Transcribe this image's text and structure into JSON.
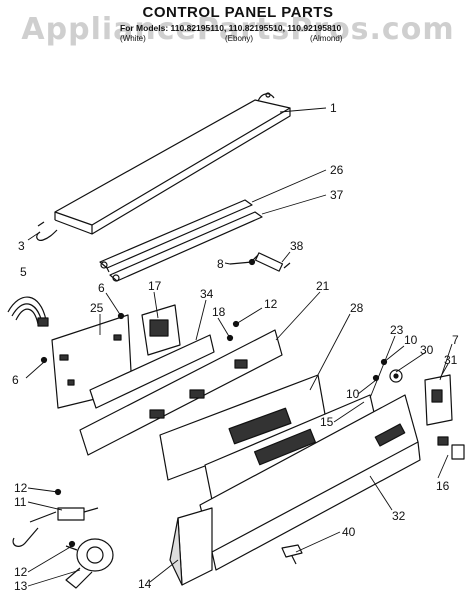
{
  "watermark": "AppliancePartsPros.com",
  "title": "CONTROL PANEL PARTS",
  "models": "For Models: 110.82195110, 110.82195510, 110.92195810",
  "colors": [
    "(White)",
    "(Ebony)",
    "(Almond)"
  ],
  "callouts": [
    "1",
    "26",
    "37",
    "38",
    "8",
    "3",
    "5",
    "6",
    "17",
    "34",
    "21",
    "12",
    "18",
    "25",
    "28",
    "23",
    "10",
    "30",
    "7",
    "31",
    "6",
    "10",
    "15",
    "32",
    "16",
    "12",
    "11",
    "40",
    "12",
    "13",
    "14"
  ]
}
